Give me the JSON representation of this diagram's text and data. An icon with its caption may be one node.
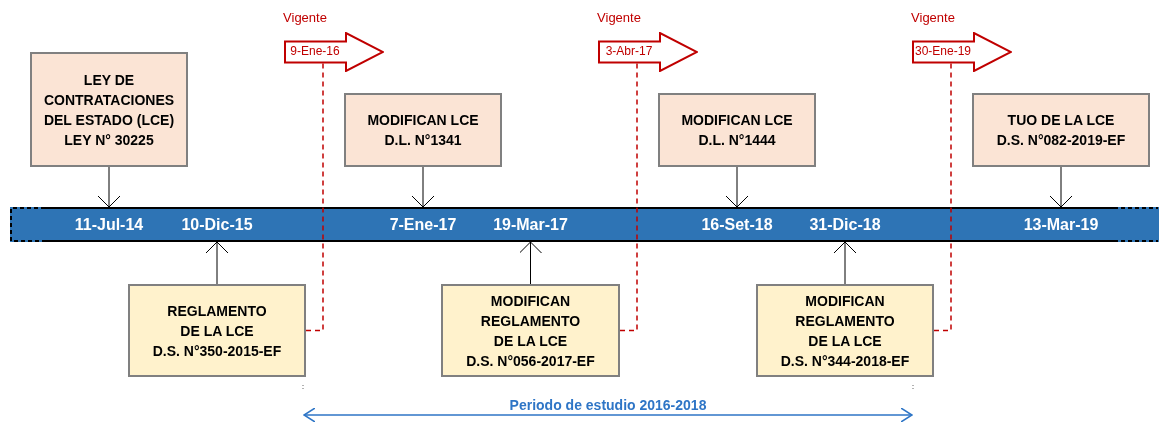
{
  "diagram": {
    "nodes": [
      {
        "text": [
          "9-Ene-16"
        ],
        "beside": [
          "Vigente"
        ]
      },
      {
        "text": [
          "3-Abr-17"
        ],
        "beside": [
          "Vigente"
        ]
      },
      {
        "text": [
          "30-Ene-19"
        ],
        "beside": [
          "Vigente"
        ]
      },
      {
        "text": [
          "LEY DE CONTRATACIONES DEL ESTADO (LCE)",
          "LEY N° 30225"
        ]
      },
      {
        "text": [
          "MODIFICAN LCE",
          "D.L. N°1341"
        ]
      },
      {
        "text": [
          "MODIFICAN LCE",
          "D.L. N°1444"
        ]
      },
      {
        "text": [
          "TUO DE LA LCE",
          "D.S. N°082-2019-EF"
        ]
      },
      {
        "text": [
          "11-Jul-14"
        ]
      },
      {
        "text": [
          "10-Dic-15"
        ]
      },
      {
        "text": [
          "7-Ene-17"
        ]
      },
      {
        "text": [
          "19-Mar-17"
        ]
      },
      {
        "text": [
          "16-Set-18"
        ]
      },
      {
        "text": [
          "31-Dic-18"
        ]
      },
      {
        "text": [
          "13-Mar-19"
        ]
      },
      {
        "text": [
          "REGLAMENTO DE LA LCE",
          "D.S. N°350-2015-EF"
        ]
      },
      {
        "text": [
          "MODIFICAN REGLAMENTO DE LA LCE",
          "D.S. N°056-2017-EF"
        ]
      },
      {
        "text": [
          "MODIFICAN REGLAMENTO DE LA LCE",
          "D.S. N°344-2018-EF"
        ]
      }
    ],
    "edges": [
      {
        "from": 3,
        "to": 7,
        "arrow": "to"
      },
      {
        "from": 4,
        "to": 9,
        "arrow": "to"
      },
      {
        "from": 5,
        "to": 11,
        "arrow": "to"
      },
      {
        "from": 6,
        "to": 13,
        "arrow": "to"
      },
      {
        "from": 14,
        "to": 8,
        "arrow": "to"
      },
      {
        "from": 15,
        "to": 10,
        "arrow": "to"
      },
      {
        "from": 16,
        "to": 12,
        "arrow": "to"
      },
      {
        "from": 14,
        "to": 0,
        "arrow": "none",
        "style": "dashed",
        "color": "#c00000"
      },
      {
        "from": 15,
        "to": 1,
        "arrow": "none",
        "style": "dashed",
        "color": "#c00000"
      },
      {
        "from": 16,
        "to": 2,
        "arrow": "none",
        "style": "dashed",
        "color": "#c00000"
      }
    ],
    "labels": [
      "Periodo de estudio 2016-2018"
    ]
  }
}
